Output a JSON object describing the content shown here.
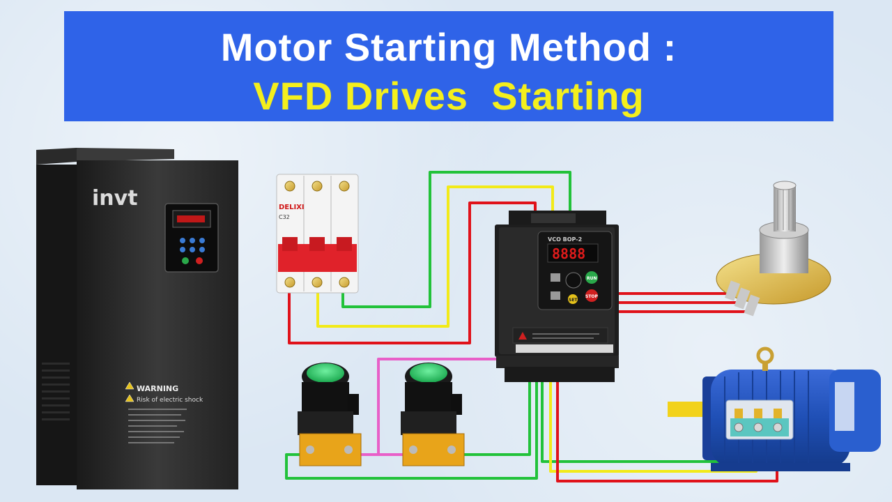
{
  "title": {
    "line1": "Motor Starting Method :",
    "line2": "VFD Drives  Starting"
  },
  "large_vfd": {
    "brand": "invt",
    "warning_title": "WARNING",
    "warning_subtitle": "Risk of electric shock"
  },
  "breaker": {
    "brand": "DELIXI",
    "rating": "C32"
  },
  "small_vfd": {
    "panel_label": "VCO BOP-2",
    "display_value": "8888",
    "run_label": "RUN",
    "stop_label": "STOP",
    "set_label": "SET"
  },
  "colors": {
    "banner_bg": "#2f63e8",
    "title_white": "#ffffff",
    "title_yellow": "#f4ef1d",
    "wire_red": "#e0121a",
    "wire_yellow": "#f2ea18",
    "wire_green": "#22c23a",
    "wire_pink": "#e85fc8",
    "motor_blue": "#1f4fb5",
    "button_green": "#2bd16a"
  }
}
